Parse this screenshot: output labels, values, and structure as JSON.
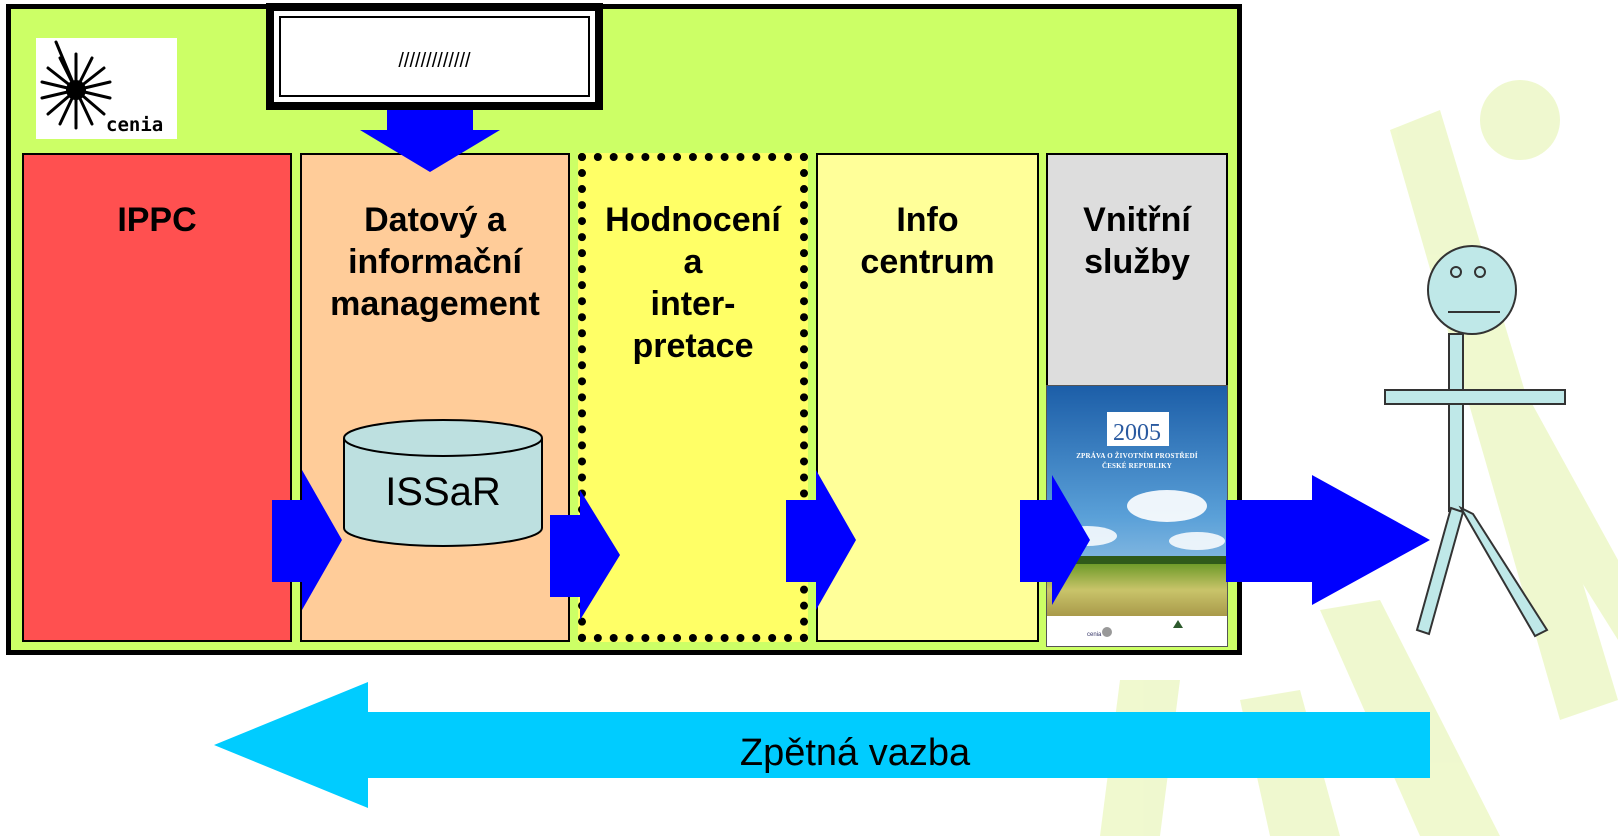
{
  "title_box": {
    "text": "/////////////"
  },
  "logo": {
    "name": "cenia"
  },
  "columns": [
    {
      "id": "ippc",
      "label": "IPPC"
    },
    {
      "id": "datovy",
      "label": "Datový a\ninformační\nmanagement"
    },
    {
      "id": "hodnoceni",
      "label": "Hodnocení\na\ninter-\npretace"
    },
    {
      "id": "info",
      "label": "Info\ncentrum"
    },
    {
      "id": "vnitrni",
      "label": "Vnitřní\nslužby"
    }
  ],
  "database": {
    "label": "ISSaR"
  },
  "report_cover": {
    "year": "2005",
    "title_line1": "ZPRÁVA O ŽIVOTNÍM PROSTŘEDÍ",
    "title_line2": "ČESKÉ REPUBLIKY",
    "publisher": "cenia"
  },
  "feedback_arrow": {
    "label": "Zpětná vazba"
  },
  "colors": {
    "frame_bg": "#ccff66",
    "ippc": "#ff5050",
    "datovy": "#ffcc99",
    "hodnoceni": "#ffff66",
    "info": "#ffff99",
    "vnitrni": "#dddddd",
    "flow_arrow": "#0000ff",
    "feedback_arrow": "#00ccff",
    "person": "#bfe8e8"
  },
  "icons": [
    "cenia-logo-icon",
    "flow-arrow-icon",
    "database-cylinder-icon",
    "person-stick-figure-icon",
    "feedback-arrow-icon"
  ]
}
